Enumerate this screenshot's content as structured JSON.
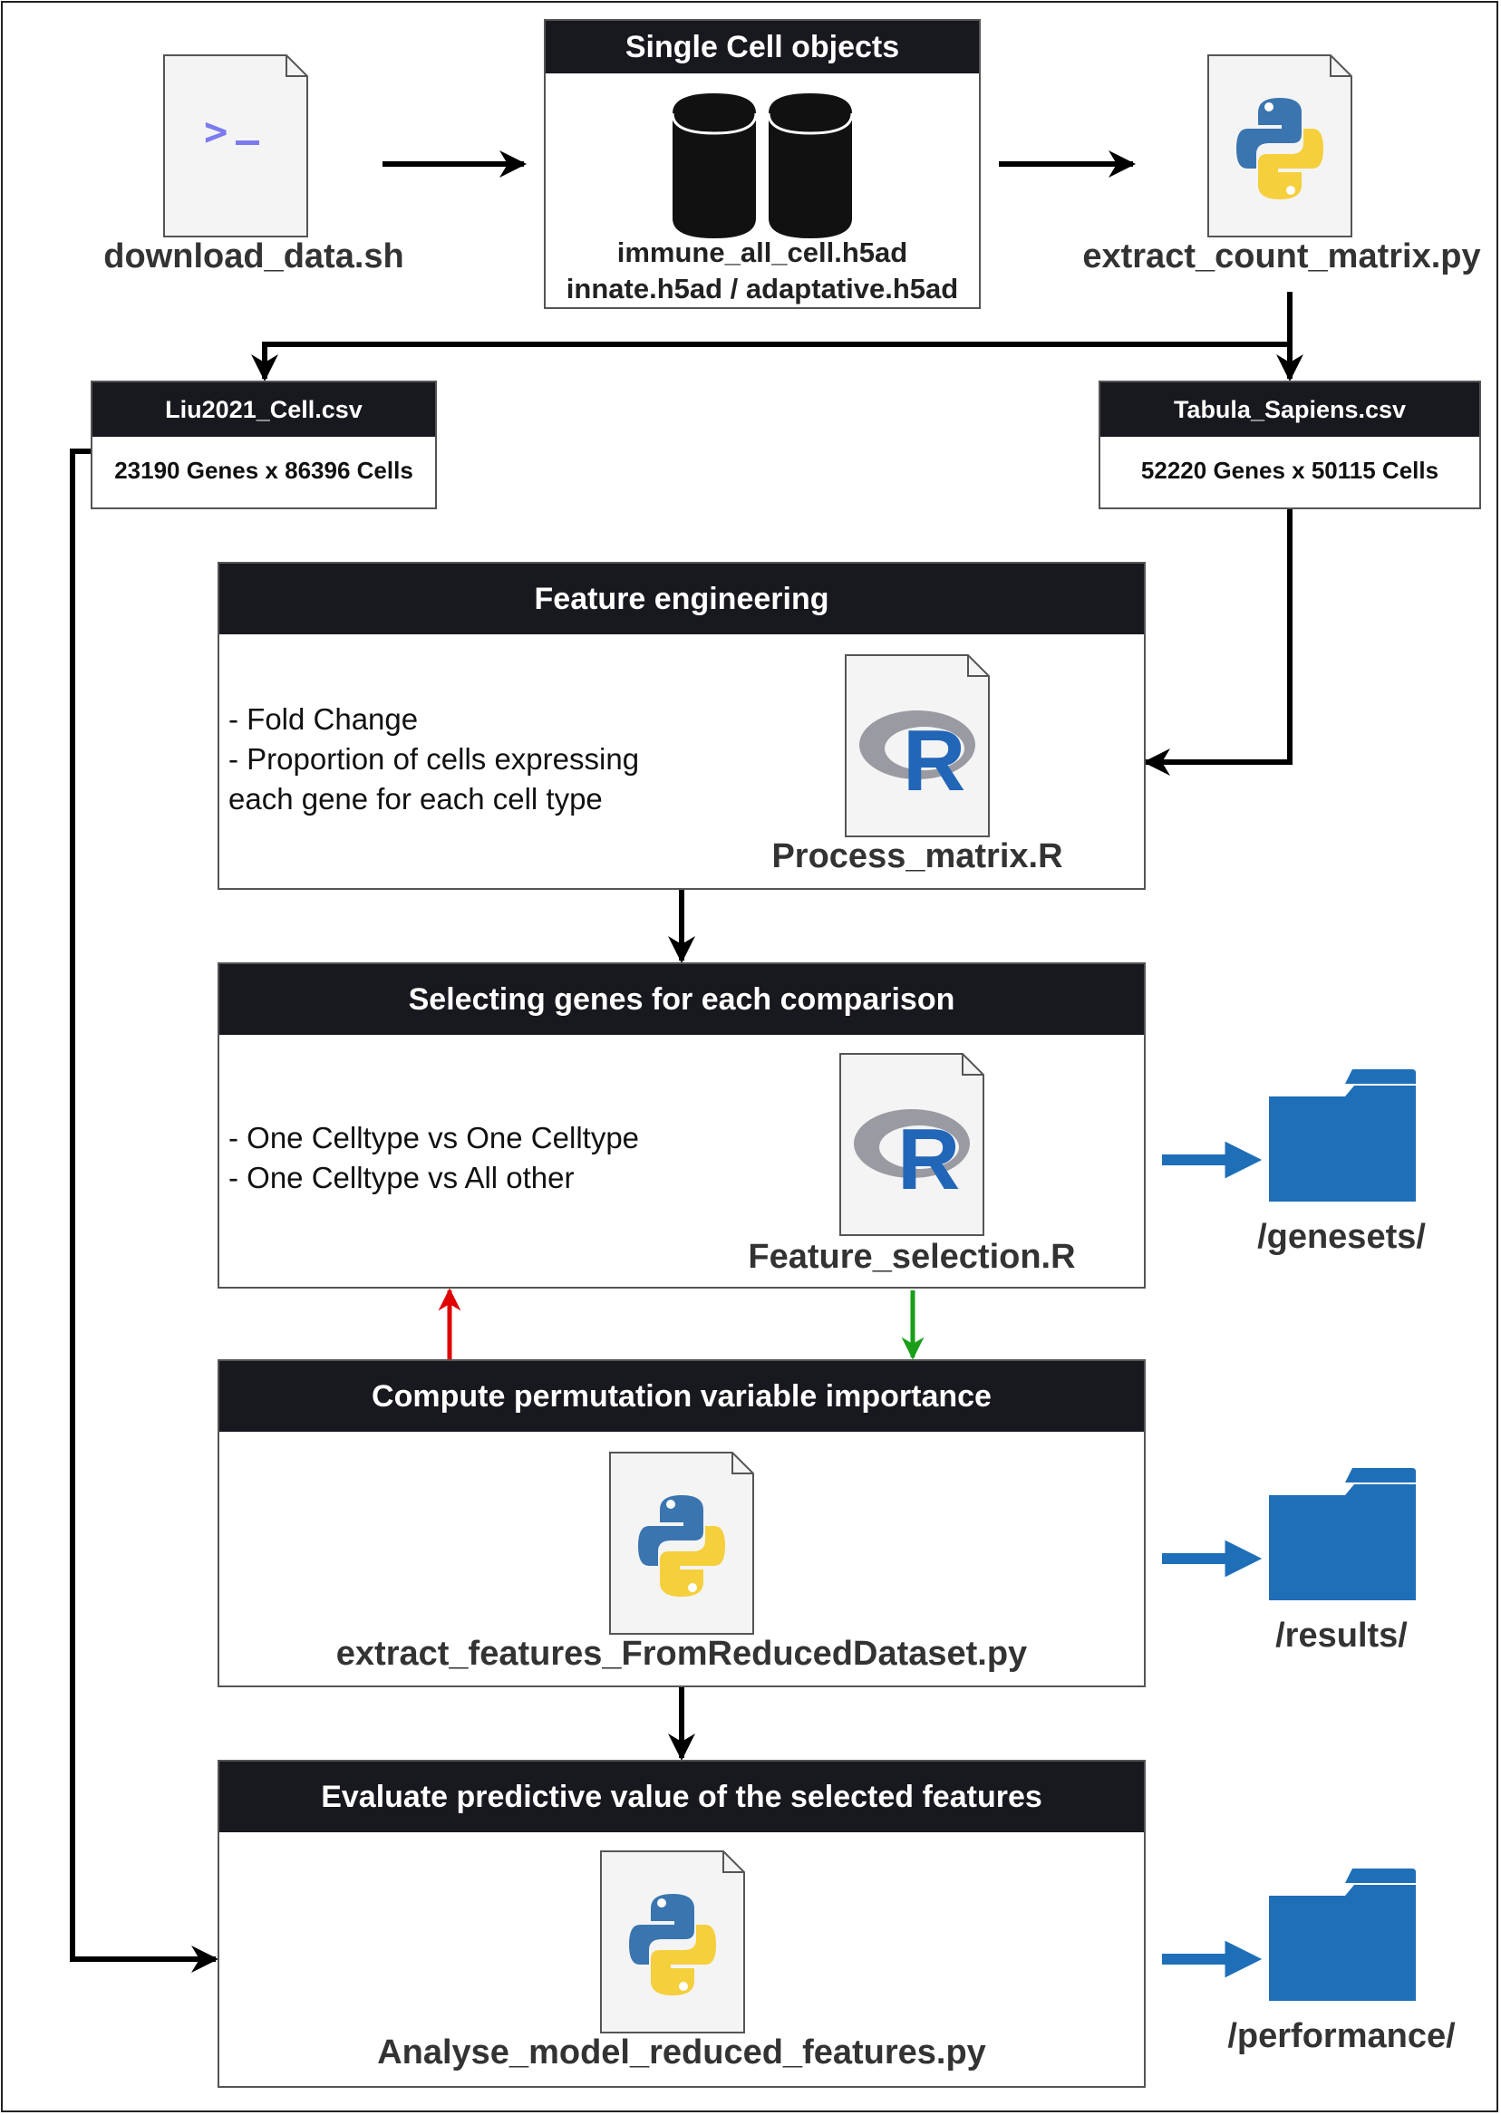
{
  "download": {
    "script": "download_data.sh"
  },
  "single_cell": {
    "title": "Single Cell objects",
    "file1": "immune_all_cell.h5ad",
    "file2": "innate.h5ad / adaptative.h5ad"
  },
  "extract": {
    "script": "extract_count_matrix.py"
  },
  "liu": {
    "title": "Liu2021_Cell.csv",
    "dims": "23190 Genes x 86396 Cells"
  },
  "tabula": {
    "title": "Tabula_Sapiens.csv",
    "dims": "52220 Genes x 50115 Cells"
  },
  "feature_eng": {
    "title": "Feature engineering",
    "bullet1": "- Fold Change",
    "bullet2": "- Proportion of cells expressing",
    "bullet3": "each gene for each cell type",
    "script": "Process_matrix.R"
  },
  "selecting": {
    "title": "Selecting genes for each comparison",
    "bullet1": "- One Celltype vs One Celltype",
    "bullet2": "- One Celltype vs All other",
    "script": "Feature_selection.R"
  },
  "permutation": {
    "title": "Compute permutation variable importance",
    "script": "extract_features_FromReducedDataset.py"
  },
  "evaluate": {
    "title": "Evaluate predictive value of the selected features",
    "script": "Analyse_model_reduced_features.py"
  },
  "folders": {
    "genesets": "/genesets/",
    "results": "/results/",
    "performance": "/performance/"
  },
  "icons": {
    "terminal": "terminal-icon",
    "database": "database-icon",
    "python": "python-icon",
    "r": "r-logo-icon",
    "folder": "folder-icon"
  },
  "colors": {
    "header_bg": "#18181f",
    "folder_blue": "#1f6fb8",
    "arrow_black": "#000000",
    "arrow_red": "#e00000",
    "arrow_green": "#1a9e1a",
    "terminal_prompt": "#7b7bf0",
    "python_blue": "#3a75b0",
    "python_yellow": "#f5cf3c"
  }
}
